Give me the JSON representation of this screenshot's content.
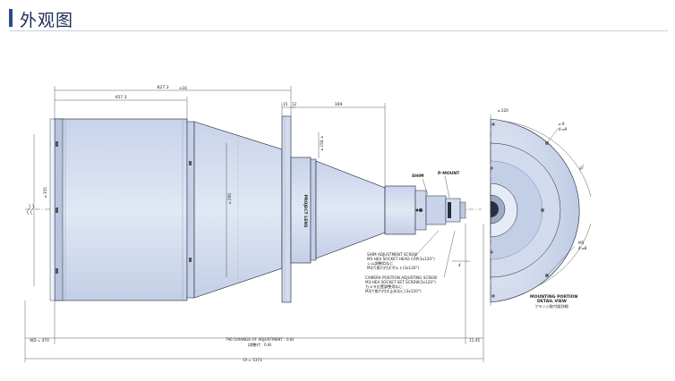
{
  "header": {
    "title": "外观图"
  },
  "dims": {
    "top_total": "827.3",
    "top_total_sub": "±16",
    "body_len": "457.3",
    "flange_w1": "15",
    "flange_w2": "12",
    "rear_len": "169",
    "dia_left": "⌀ 355",
    "dia_mid": "⌀ 260",
    "dia_small": "⌀ 150 ±",
    "wd": "WD = 470",
    "adjust": "790.5(RANGE OF ADJUSTMENT : 0.8)",
    "adjust_jp": "(調整代 : 0.8)",
    "right_small": "11.45",
    "oi": "OI = 1373",
    "four": "4",
    "detail_d220": "⌀ 220",
    "detail_d9": "⌀ 9",
    "detail_d9b": "4-⌀9",
    "detail_45": "45°",
    "detail_m5": "M5",
    "detail_m5b": "4-⌀8"
  },
  "labels": {
    "lens_vertical": "PROJECT LENS",
    "shim": "SHIM",
    "pmount": "P-MOUNT",
    "shim_screw": "SHIM ADJUSTMENT SCREW",
    "shim_screw_2": "M3 HEX SOCKET HEAD CAP(3x120°)",
    "shim_screw_3": "シム調整用ねじ",
    "shim_screw_4": "M3六角穴付きボルト(3x120°)",
    "cam_screw": "CAMERA POSITION ADJUSTING SCREW",
    "cam_screw_2": "M3 HEX SOCKET SET SCREW(3x120°)",
    "cam_screw_3": "カメラ位置調整用ねじ",
    "cam_screw_4": "M3六角穴付き止めねじ(3x120°)",
    "mount_title": "MOUNTING PORTION",
    "mount_title_2": "DETAIL VIEW",
    "mount_title_3": "フランジ取付部詳細"
  },
  "colors": {
    "body": "#d6dff0",
    "body_dark": "#aebcd8",
    "line": "#1a1f2e",
    "accent": "#2e4a8c"
  }
}
